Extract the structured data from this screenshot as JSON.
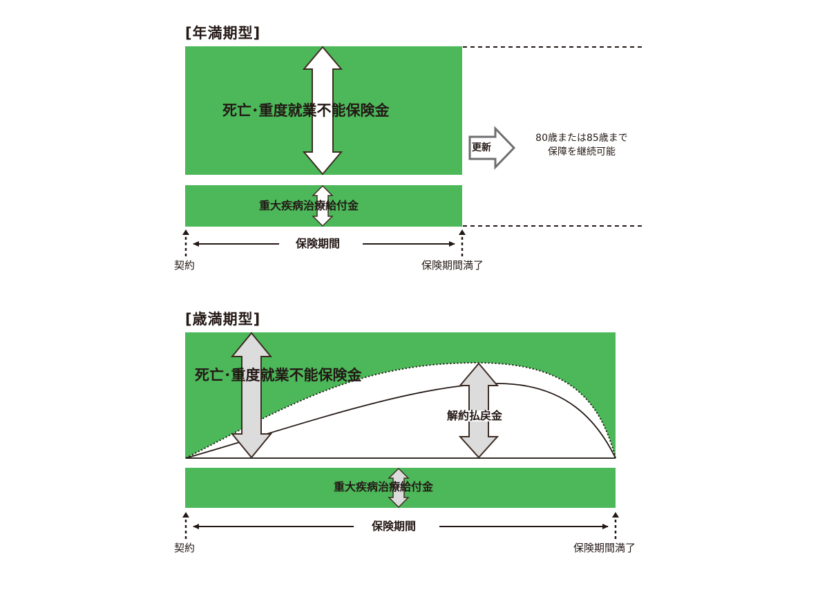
{
  "section1": {
    "heading": "[年満期型]",
    "death_label": "死亡･重度就業不能保険金",
    "illness_label": "重大疾病治療給付金",
    "renew_label": "更新",
    "renew_note_line1": "80歳または85歳まで",
    "renew_note_line2": "保障を継続可能",
    "period_label": "保険期間",
    "start_label": "契約",
    "end_label": "保険期間満了"
  },
  "section2": {
    "heading": "[歳満期型]",
    "death_label": "死亡･重度就業不能保険金",
    "surrender_label": "解約払戻金",
    "illness_label": "重大疾病治療給付金",
    "period_label": "保険期間",
    "start_label": "契約",
    "end_label": "保険期間満了"
  },
  "colors": {
    "green": "#4cb85a",
    "white": "#ffffff",
    "arrow_gray": "#dcdcdc",
    "outline": "#3d2b22",
    "renew_arrow": "#6e6e6e",
    "text": "#231815"
  }
}
